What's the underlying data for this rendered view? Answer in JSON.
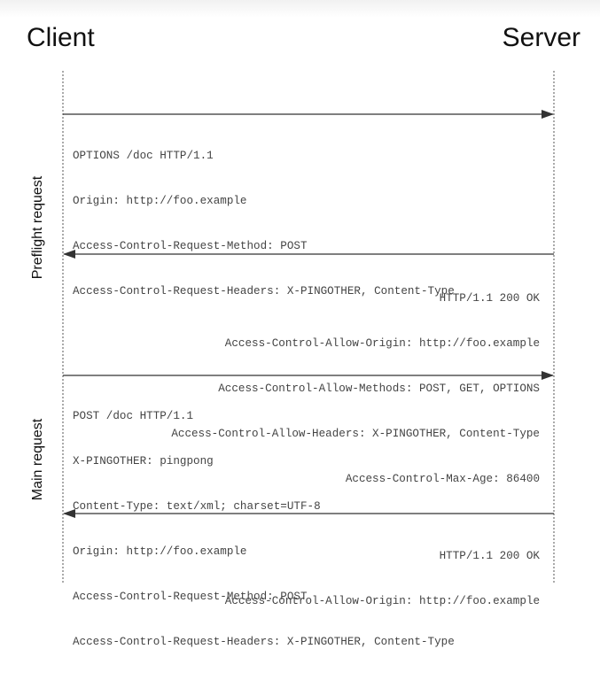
{
  "actors": {
    "client": "Client",
    "server": "Server"
  },
  "phases": [
    {
      "label": "Preflight request"
    },
    {
      "label": "Main request"
    }
  ],
  "messages": [
    {
      "direction": "client-to-server",
      "lines": [
        "OPTIONS /doc HTTP/1.1",
        "Origin: http://foo.example",
        "Access-Control-Request-Method: POST",
        "Access-Control-Request-Headers: X-PINGOTHER, Content-Type"
      ]
    },
    {
      "direction": "server-to-client",
      "lines": [
        "HTTP/1.1 200 OK",
        "Access-Control-Allow-Origin: http://foo.example",
        "Access-Control-Allow-Methods: POST, GET, OPTIONS",
        "Access-Control-Allow-Headers: X-PINGOTHER, Content-Type",
        "Access-Control-Max-Age: 86400"
      ]
    },
    {
      "direction": "client-to-server",
      "lines": [
        "POST /doc HTTP/1.1",
        "X-PINGOTHER: pingpong",
        "Content-Type: text/xml; charset=UTF-8",
        "Origin: http://foo.example",
        "Access-Control-Request-Method: POST",
        "Access-Control-Request-Headers: X-PINGOTHER, Content-Type"
      ]
    },
    {
      "direction": "server-to-client",
      "lines": [
        "HTTP/1.1 200 OK",
        "Access-Control-Allow-Origin: http://foo.example"
      ]
    }
  ],
  "colors": {
    "lifeline": "#555555",
    "arrow": "#333333",
    "text": "#444444"
  }
}
